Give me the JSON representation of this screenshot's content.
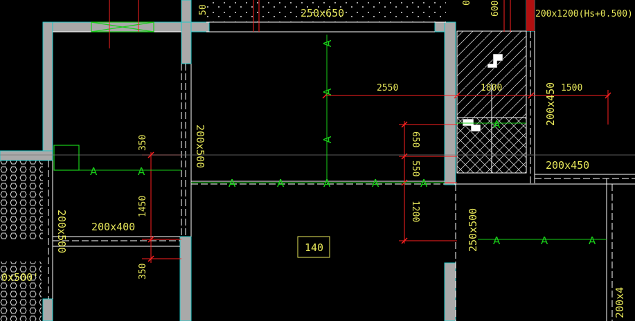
{
  "colors": {
    "background": "#000000",
    "wall": "#a9a9a9",
    "wall_edge": "#1ec8c8",
    "beam_line": "#ffffff",
    "dimension": "#ff2020",
    "rebar": "#19d019",
    "text": "#e8e85a"
  },
  "beam_labels": {
    "top_beam": "250x650",
    "top_right_beam": "200x1200(Hs+0.500)",
    "top_clipped_1": "50",
    "top_clipped_2": "600",
    "top_clipped_3": "0",
    "mid_left_beam": "200x400",
    "left_vertical_beam": "200x500",
    "center_vertical_beam": "200x500",
    "right_vertical_beam": "200x450",
    "right_horizontal_beam": "200x450",
    "lower_right_vertical_beam": "250x500",
    "bottom_left_beam": "0x500'",
    "right_edge_beam": "200x4"
  },
  "dimensions": {
    "span_2550": "2550",
    "span_1800": "1800",
    "span_1500": "1500",
    "left_350_top": "350",
    "left_1450": "1450",
    "left_350_bottom": "350",
    "right_650": "650",
    "right_550": "550",
    "right_1200": "1200"
  },
  "slab_label": "140",
  "rebar_marker": "A"
}
